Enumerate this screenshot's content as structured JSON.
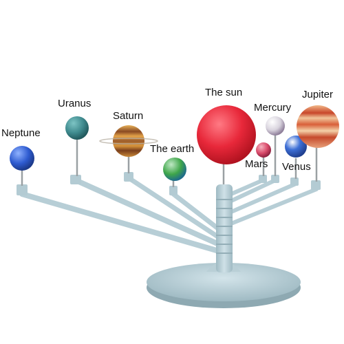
{
  "labels": {
    "neptune": "Neptune",
    "uranus": "Uranus",
    "saturn": "Saturn",
    "earth": "The earth",
    "sun": "The sun",
    "mercury": "Mercury",
    "jupiter": "Jupiter",
    "mars": "Mars",
    "venus": "Venus"
  },
  "colors": {
    "background": "#ffffff",
    "plastic": "#bcd3da",
    "plastic_shadow": "#9fb8c0",
    "rod": "#9aa0a3",
    "sun": "#e8283a",
    "neptune": "#2e5bd0",
    "uranus": "#3f8a8e",
    "saturn": "#c98a3a",
    "earth": "#3fa64a",
    "mercury": "#d9d4de",
    "jupiter": "#e0794a",
    "mars": "#d94a6a",
    "venus": "#3d6fd6"
  }
}
